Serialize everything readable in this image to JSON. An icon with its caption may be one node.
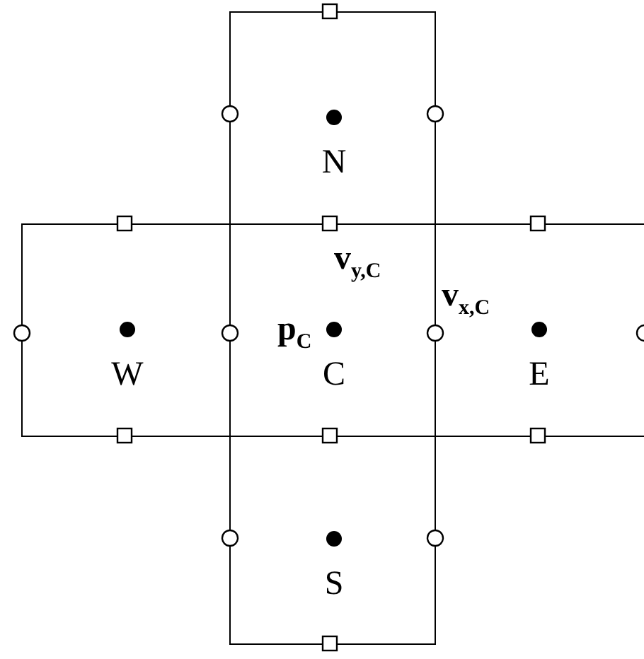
{
  "diagram": {
    "nodes": [
      {
        "text": [
          "N"
        ]
      },
      {
        "text": [
          "W"
        ]
      },
      {
        "text": [
          "C"
        ]
      },
      {
        "text": [
          "E"
        ]
      },
      {
        "text": [
          "S"
        ]
      }
    ],
    "labels": [
      "p$_{C}$",
      "v$_{y,C}$",
      "v$_{x,C}$"
    ]
  }
}
